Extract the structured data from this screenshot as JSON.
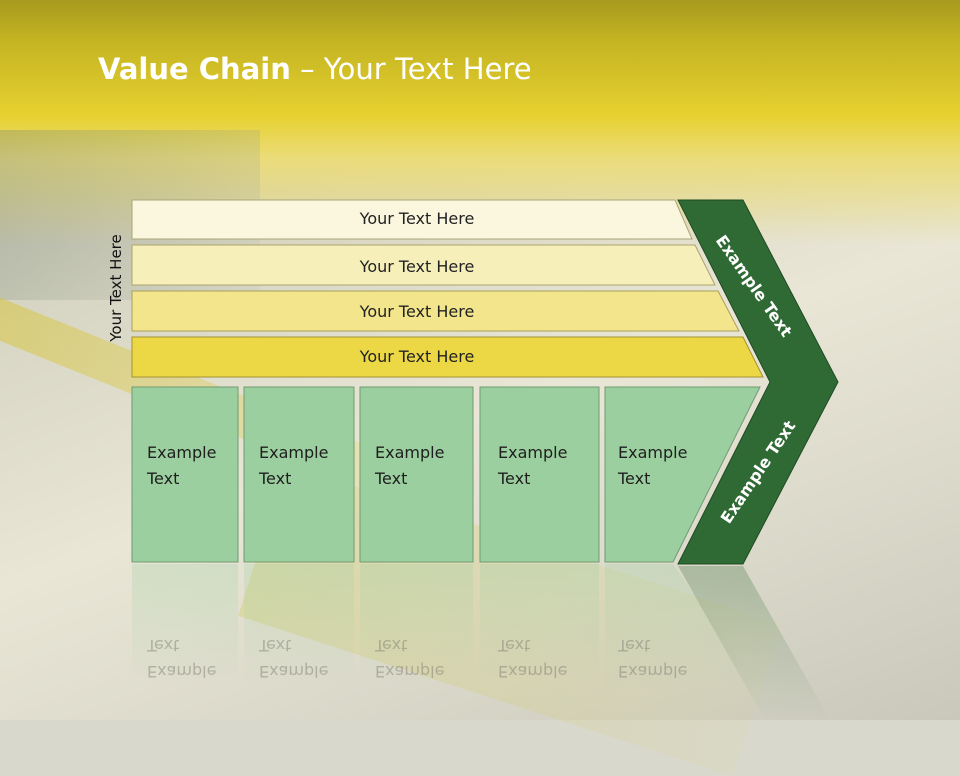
{
  "slide": {
    "title_bold": "Value Chain",
    "title_rest": " – Your Text Here",
    "side_label": "Your Text Here",
    "bars": [
      "Your Text Here",
      "Your Text Here",
      "Your Text Here",
      "Your Text Here"
    ],
    "boxes": [
      {
        "line1": "Example",
        "line2": "Text"
      },
      {
        "line1": "Example",
        "line2": "Text"
      },
      {
        "line1": "Example",
        "line2": "Text"
      },
      {
        "line1": "Example",
        "line2": "Text"
      },
      {
        "line1": "Example",
        "line2": "Text"
      }
    ],
    "chevron_top": "Example Text",
    "chevron_bottom": "Example Text"
  },
  "colors": {
    "bar1": "#faf7de",
    "bar2": "#f6efba",
    "bar3": "#f2e58c",
    "bar4": "#ecd745",
    "box": "#9ccf9f",
    "chevron": "#2f6a34"
  }
}
